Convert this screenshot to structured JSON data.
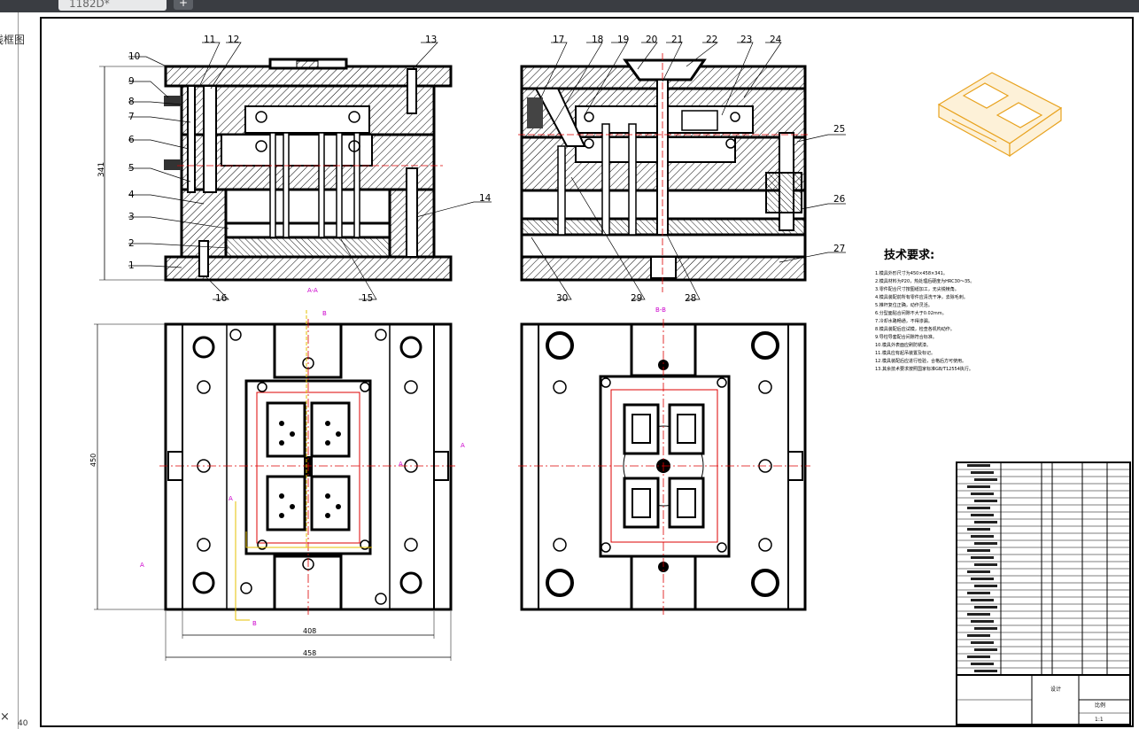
{
  "tab": {
    "title": "1182D*",
    "new_tab": "+"
  },
  "left_panel": {
    "label": "线框图",
    "close": "×",
    "number": "40"
  },
  "side_view": {
    "callouts": [
      "1",
      "2",
      "3",
      "4",
      "5",
      "6",
      "7",
      "8",
      "9",
      "10",
      "11",
      "12",
      "13",
      "14",
      "15",
      "16"
    ],
    "dimension": "341"
  },
  "section_view": {
    "callouts": [
      "17",
      "18",
      "19",
      "20",
      "21",
      "22",
      "23",
      "24",
      "25",
      "26",
      "27",
      "28",
      "29",
      "30"
    ],
    "label": "A-A"
  },
  "plan_left": {
    "width_inner": "408",
    "width_outer": "458",
    "height": "450",
    "section_mark": "B-B"
  },
  "markers": {
    "a": "A",
    "b": "B"
  },
  "tech": {
    "title": "技术要求:",
    "lines": [
      "1.模具外形尺寸为450×458×341。",
      "2.模具材料为P20，热处理后硬度为HRC30～35。",
      "3.零件配合尺寸按图纸加工，无尖锐棱角。",
      "4.模具装配前所有零件应清洗干净，去除毛刺。",
      "5.推杆复位正确，动作灵活。",
      "6.分型面贴合间隙不大于0.02mm。",
      "7.冷却水路畅通，不得渗漏。",
      "8.模具装配后应试模，检查各机构动作。",
      "9.导柱导套配合间隙符合标准。",
      "10.模具外表面应刷防锈漆。",
      "11.模具应有起吊装置及标记。",
      "12.模具装配后应进行检验，合格后方可使用。",
      "13.其余技术要求按照国家标准GB/T12554执行。"
    ]
  },
  "title_block": {
    "designer": "设计",
    "sheet": "比例",
    "drawing_no": "1:1"
  }
}
